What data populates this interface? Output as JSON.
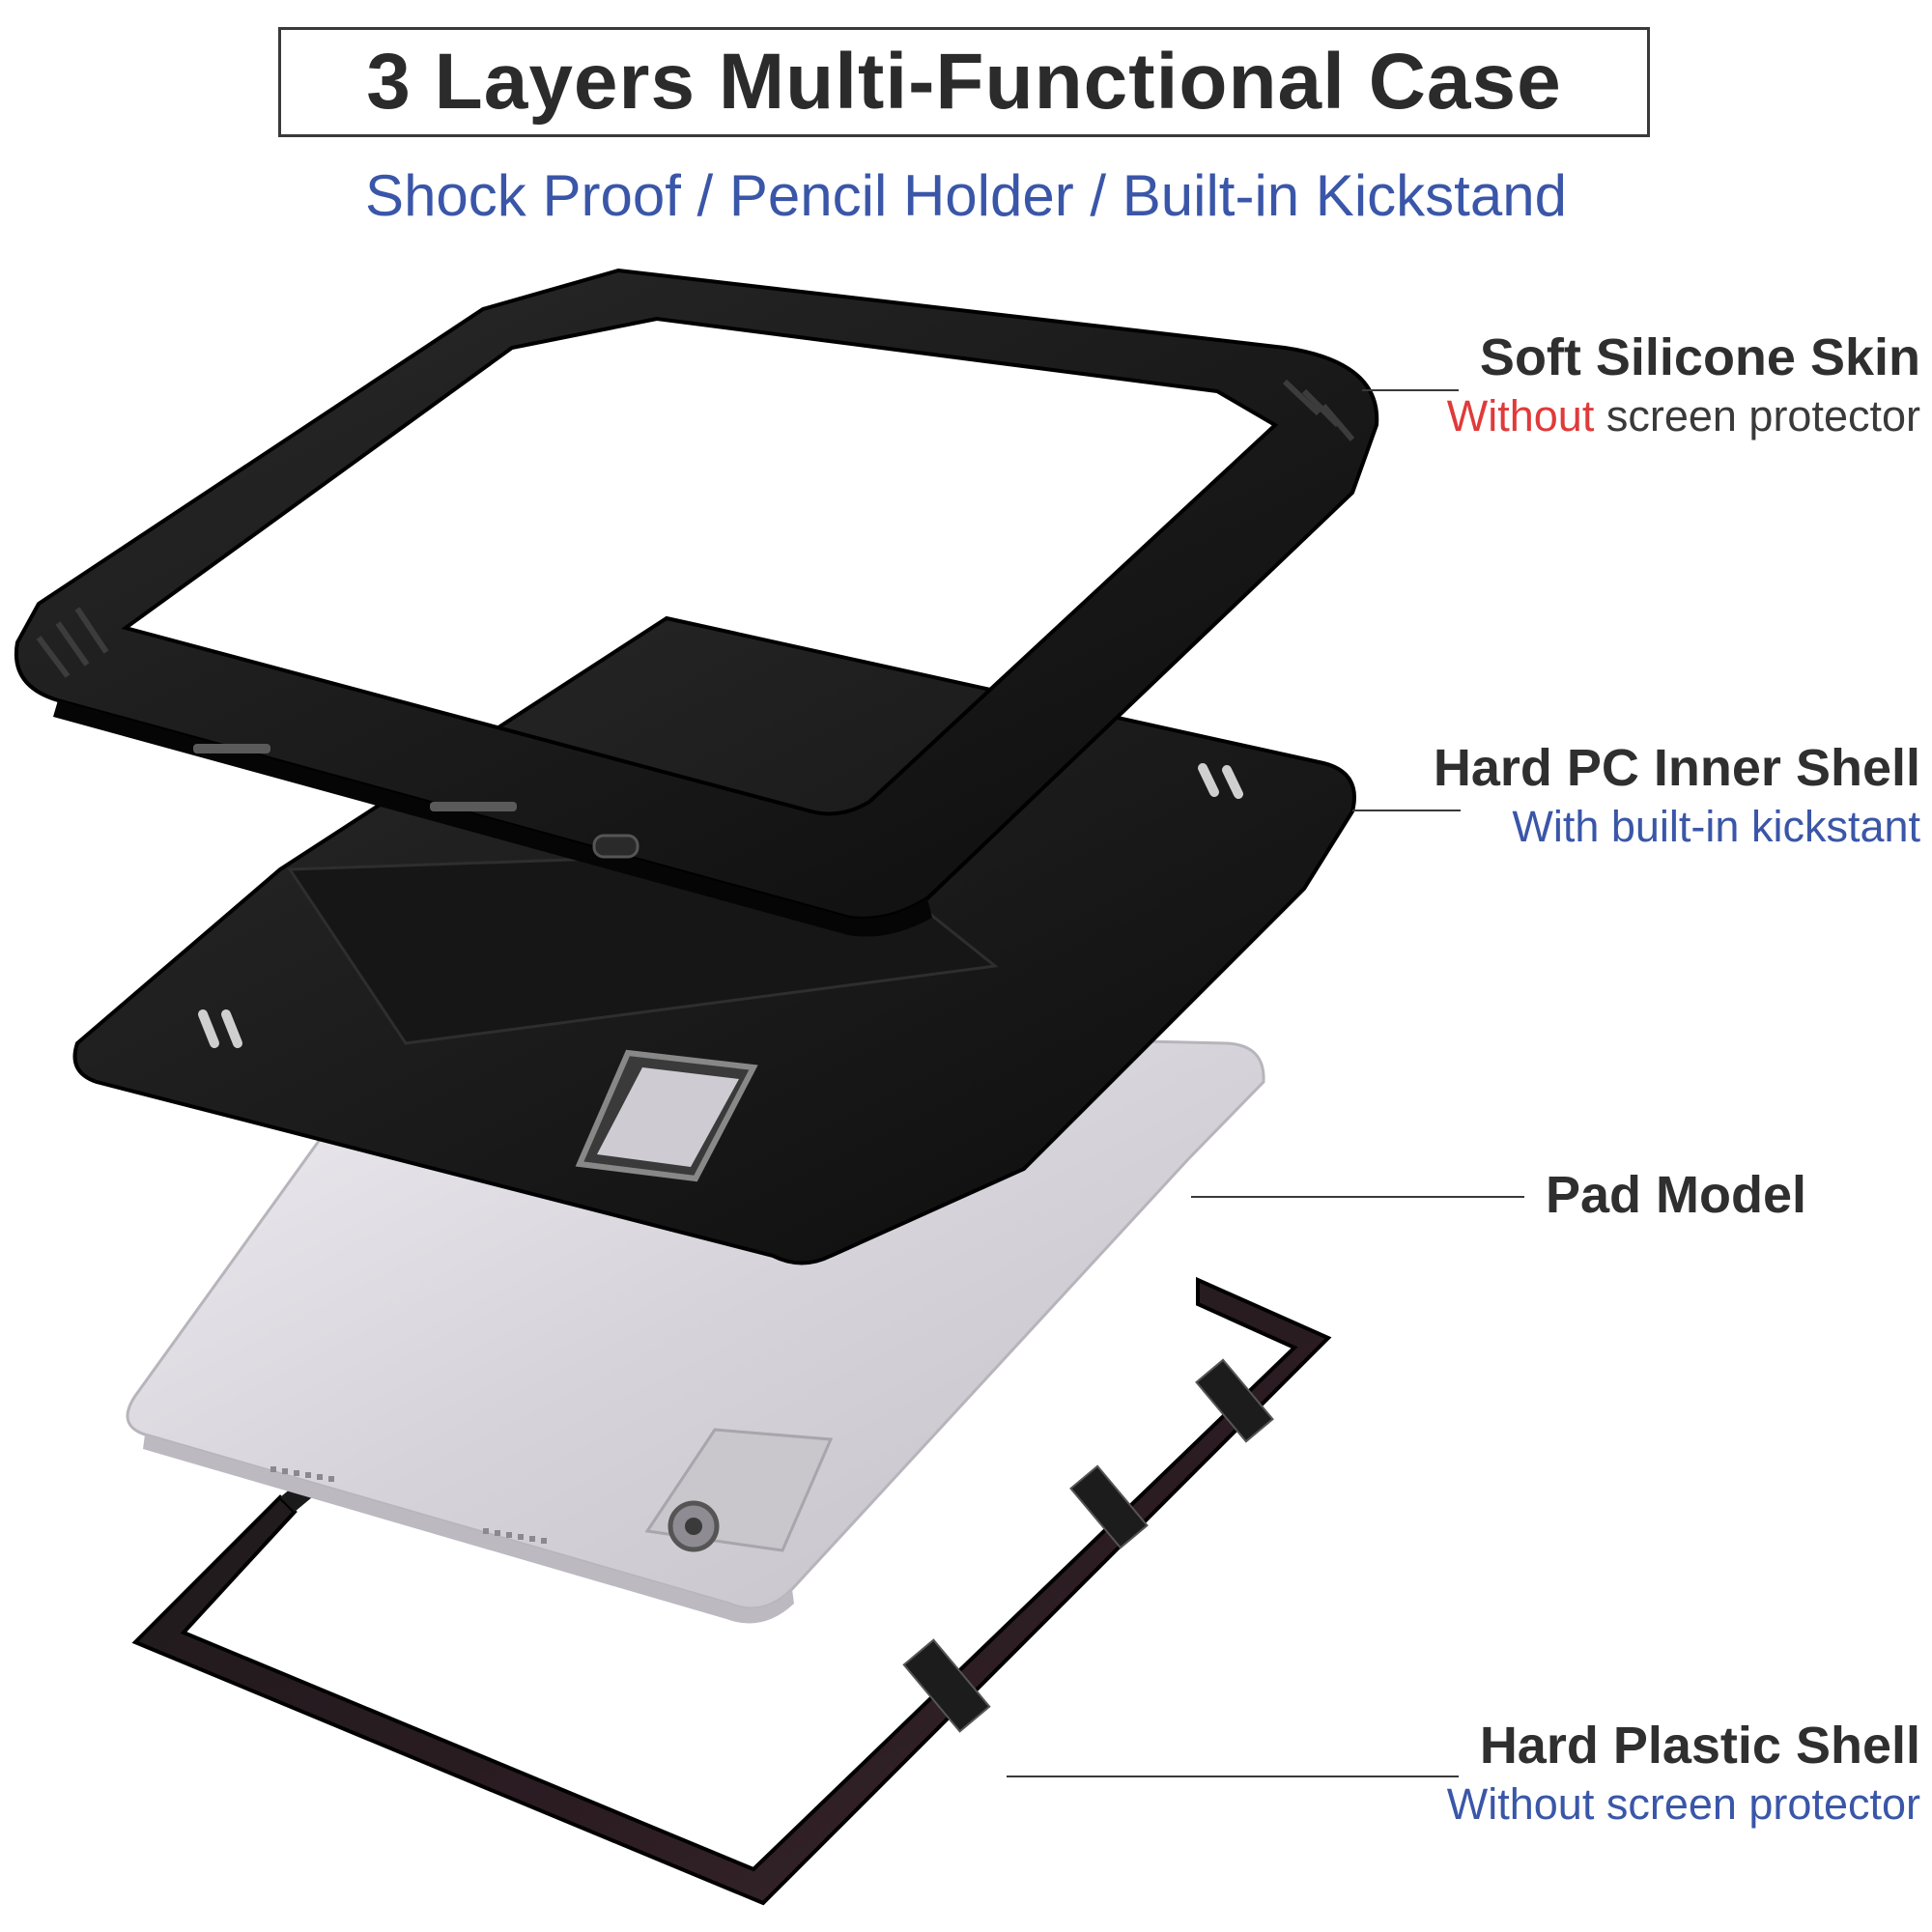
{
  "header": {
    "title": "3 Layers Multi-Functional Case",
    "subtitle": "Shock Proof / Pencil Holder / Built-in Kickstand"
  },
  "callouts": {
    "silicone": {
      "title": "Soft Silicone Skin",
      "note_highlight": "Without",
      "note_rest": " screen protector"
    },
    "inner_shell": {
      "title": "Hard PC Inner Shell",
      "note": "With built-in kickstant"
    },
    "pad": {
      "title": "Pad Model"
    },
    "plastic_shell": {
      "title": "Hard Plastic Shell",
      "note": "Without screen protector"
    }
  },
  "colors": {
    "title_text": "#2b2b2b",
    "subtitle_blue": "#3a56a8",
    "highlight_red": "#e03a3a",
    "case_black": "#111111",
    "tablet_silver": "#d9d6dc"
  }
}
